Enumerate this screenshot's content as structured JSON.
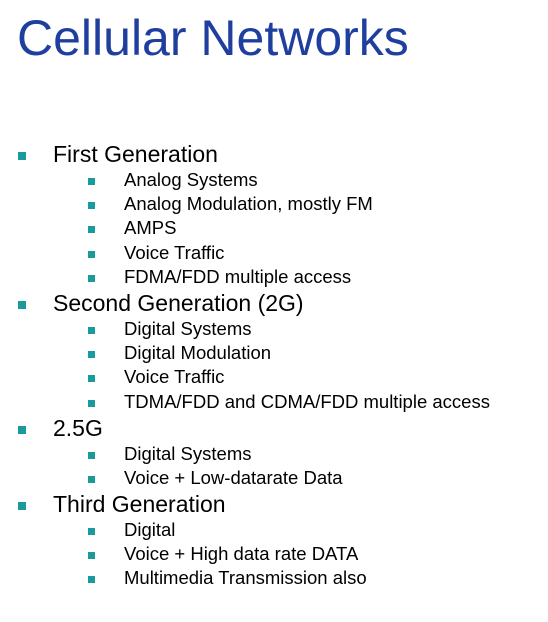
{
  "title": "Cellular Networks",
  "accent_color": "#1f3f9f",
  "bullet_color": "#1a9b9b",
  "sections": [
    {
      "heading": "First Generation",
      "items": [
        "Analog Systems",
        "Analog Modulation, mostly FM",
        "AMPS",
        "Voice Traffic",
        "FDMA/FDD multiple access"
      ]
    },
    {
      "heading": "Second Generation (2G)",
      "items": [
        "Digital Systems",
        "Digital Modulation",
        "Voice Traffic",
        "TDMA/FDD and CDMA/FDD multiple access"
      ]
    },
    {
      "heading": "2.5G",
      "items": [
        "Digital Systems",
        "Voice + Low-datarate Data"
      ]
    },
    {
      "heading": "Third Generation",
      "items": [
        "Digital",
        "Voice + High data rate DATA",
        "Multimedia Transmission also"
      ]
    }
  ]
}
